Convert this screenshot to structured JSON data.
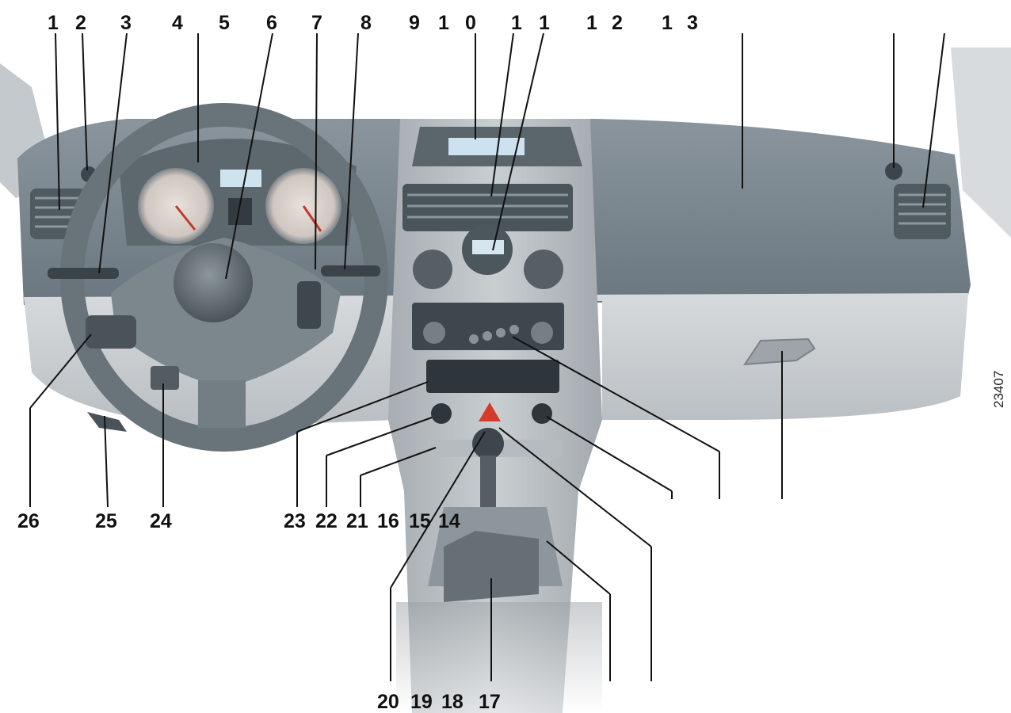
{
  "top_labels": [
    "1",
    "2",
    "3",
    "4",
    "5",
    "6",
    "7",
    "8",
    "9",
    "1",
    "0",
    "1",
    "1",
    "1",
    "2",
    "1",
    "3"
  ],
  "lower_labels": [
    "26",
    "25",
    "24",
    "23",
    "22",
    "21",
    "16",
    "15",
    "14"
  ],
  "bottom_labels": [
    "20",
    "19",
    "18",
    "17"
  ],
  "figure_ref": "23407"
}
